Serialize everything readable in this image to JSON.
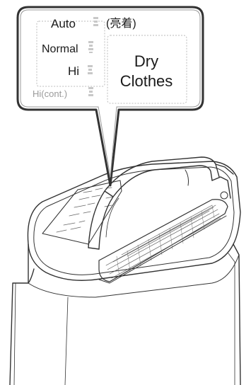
{
  "callout": {
    "modes": {
      "auto": "Auto",
      "normal": "Normal",
      "hi": "Hi",
      "hi_cont": "Hi(cont.)"
    },
    "kanji_label": "(亮着)",
    "dry_clothes_line1": "Dry",
    "dry_clothes_line2": "Clothes"
  },
  "colors": {
    "line": "#333333",
    "faint_line": "#b5b5b5",
    "background": "#ffffff"
  }
}
